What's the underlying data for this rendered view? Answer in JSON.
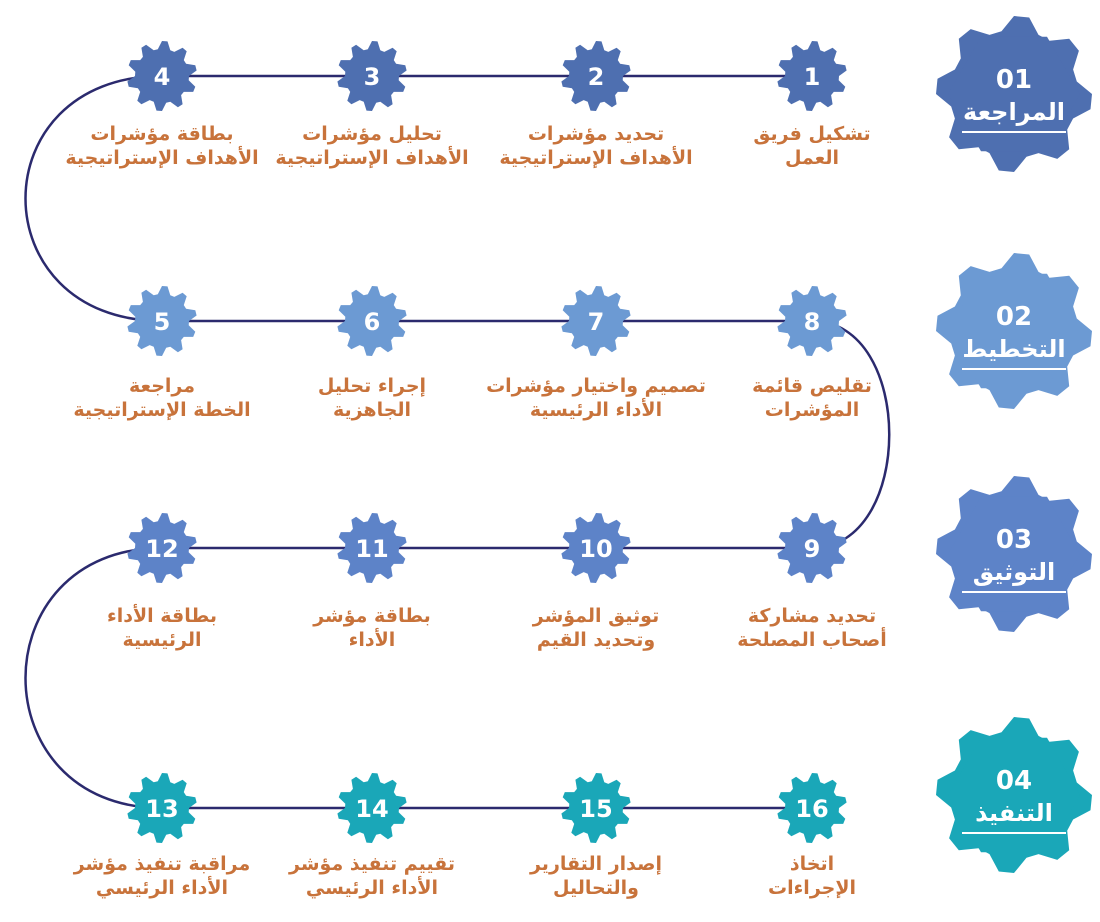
{
  "colors": {
    "review": "#4e6fb0",
    "planning": "#6c9ad3",
    "documentation": "#5d83c8",
    "execution": "#1aa7b8",
    "connector": "#2b2a6e",
    "step_text": "#c8733b",
    "gear_text": "#ffffff"
  },
  "phases": [
    {
      "number": "01",
      "title": "المراجعة",
      "color_key": "review"
    },
    {
      "number": "02",
      "title": "التخطيط",
      "color_key": "planning"
    },
    {
      "number": "03",
      "title": "التوثيق",
      "color_key": "documentation"
    },
    {
      "number": "04",
      "title": "التنفيذ",
      "color_key": "execution"
    }
  ],
  "rows": [
    {
      "color_key": "review",
      "steps": [
        {
          "number": "1",
          "label": [
            "تشكيل فريق",
            "العمل"
          ]
        },
        {
          "number": "2",
          "label": [
            "تحديد مؤشرات",
            "الأهداف الإستراتيجية"
          ]
        },
        {
          "number": "3",
          "label": [
            "تحليل مؤشرات",
            "الأهداف الإستراتيجية"
          ]
        },
        {
          "number": "4",
          "label": [
            "بطاقة  مؤشرات",
            "الأهداف الإستراتيجية"
          ]
        }
      ]
    },
    {
      "color_key": "planning",
      "steps": [
        {
          "number": "8",
          "label": [
            "تقليص قائمة",
            "المؤشرات"
          ]
        },
        {
          "number": "7",
          "label": [
            "تصميم واختيار مؤشرات",
            "الأداء الرئيسية"
          ]
        },
        {
          "number": "6",
          "label": [
            "إجراء تحليل",
            "الجاهزية"
          ]
        },
        {
          "number": "5",
          "label": [
            "مراجعة",
            "الخطة الإستراتيجية"
          ]
        }
      ]
    },
    {
      "color_key": "documentation",
      "steps": [
        {
          "number": "9",
          "label": [
            "تحديد مشاركة",
            "أصحاب المصلحة"
          ]
        },
        {
          "number": "10",
          "label": [
            "توثيق المؤشر",
            "وتحديد القيم"
          ]
        },
        {
          "number": "11",
          "label": [
            "بطاقة مؤشر",
            "الأداء"
          ]
        },
        {
          "number": "12",
          "label": [
            "بطاقة الأداء",
            "الرئيسية"
          ]
        }
      ]
    },
    {
      "color_key": "execution",
      "steps": [
        {
          "number": "16",
          "label": [
            "اتخاذ",
            "الإجراءات"
          ]
        },
        {
          "number": "15",
          "label": [
            "إصدار التقارير",
            "والتحاليل"
          ]
        },
        {
          "number": "14",
          "label": [
            "تقييم تنفيذ مؤشر",
            "الأداء الرئيسي"
          ]
        },
        {
          "number": "13",
          "label": [
            "مراقبة تنفيذ مؤشر",
            "الأداء الرئيسي"
          ]
        }
      ]
    }
  ]
}
